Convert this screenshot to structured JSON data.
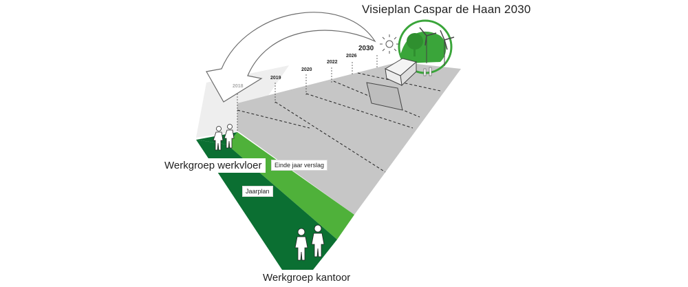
{
  "title": "Visieplan Caspar de Haan 2030",
  "labels": {
    "werkgroep_werkvloer": "Werkgroep werkvloer",
    "werkgroep_kantoor": "Werkgroep kantoor",
    "einde_jaar_verslag": "Einde jaar verslag",
    "jaarplan": "Jaarplan"
  },
  "timeline_years": [
    "2018",
    "2019",
    "2020",
    "2022",
    "2026",
    "2030"
  ],
  "colors": {
    "dark_green": "#0b6f32",
    "light_green": "#4fb13a",
    "road_gray": "#c8c8c8",
    "faded_gray": "#ebebeb",
    "accent_green": "#3aa53a"
  },
  "icons": [
    "curved-arrow-icon",
    "sun-icon",
    "wind-turbine-icon",
    "tree-icon",
    "greenhouse-icon",
    "solar-panel-icon",
    "person-icon"
  ]
}
